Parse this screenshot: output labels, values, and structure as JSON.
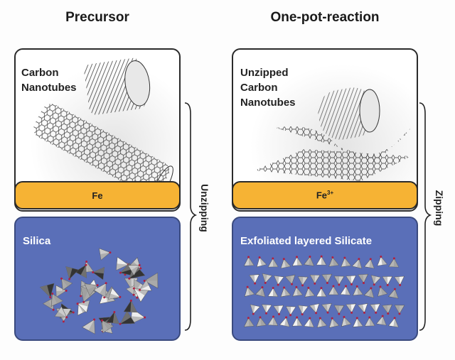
{
  "left": {
    "title": "Precursor",
    "top_label": "Carbon\nNanotubes",
    "metal_label": "Fe",
    "bottom_label": "Silica",
    "process": "Unzipping"
  },
  "right": {
    "title": "One-pot-reaction",
    "top_label": "Unzipped\nCarbon\nNanotubes",
    "metal_label": "Fe",
    "metal_charge": "3+",
    "bottom_label": "Exfoliated layered Silicate",
    "process": "Zipping"
  },
  "colors": {
    "metal_bar": "#f6b334",
    "silicate_panel": "#5a6fb8"
  }
}
